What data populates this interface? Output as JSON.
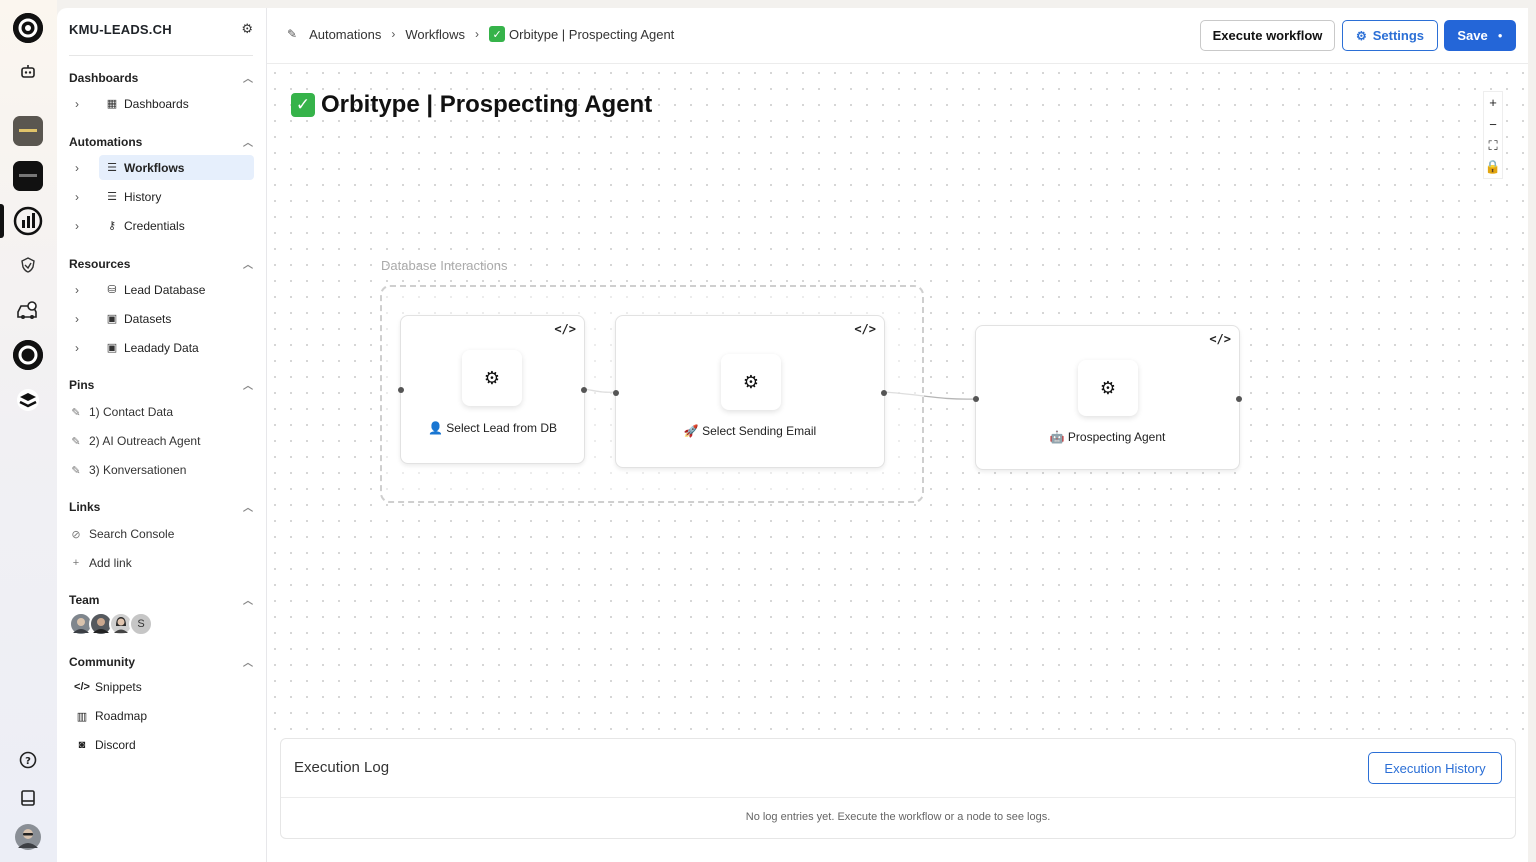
{
  "org": {
    "name": "KMU-LEADS.CH"
  },
  "sections": {
    "dashboards": "Dashboards",
    "automations": "Automations",
    "resources": "Resources",
    "pins": "Pins",
    "links": "Links",
    "team": "Team",
    "community": "Community"
  },
  "nav": {
    "dashboards": "Dashboards",
    "workflows": "Workflows",
    "history": "History",
    "credentials": "Credentials",
    "lead_database": "Lead Database",
    "datasets": "Datasets",
    "leadady_data": "Leadady Data"
  },
  "pins": [
    "1) Contact Data",
    "2) AI Outreach Agent",
    "3) Konversationen"
  ],
  "links": {
    "search_console": "Search Console",
    "add_link": "Add link"
  },
  "team": {
    "overflow_initial": "S"
  },
  "community": {
    "snippets": "Snippets",
    "roadmap": "Roadmap",
    "discord": "Discord"
  },
  "breadcrumb": {
    "automations": "Automations",
    "workflows": "Workflows",
    "current": "Orbitype | Prospecting Agent"
  },
  "toolbar": {
    "execute": "Execute workflow",
    "settings": "Settings",
    "save": "Save"
  },
  "workflow": {
    "title": "Orbitype | Prospecting Agent"
  },
  "group": {
    "label": "Database Interactions"
  },
  "nodes": [
    {
      "label": "👤 Select Lead from DB"
    },
    {
      "label": "🚀 Select Sending Email"
    },
    {
      "label": "🤖 Prospecting Agent"
    }
  ],
  "log": {
    "title": "Execution Log",
    "history_button": "Execution History",
    "empty": "No log entries yet. Execute the workflow or a node to see logs."
  },
  "colors": {
    "primary": "#2466d8",
    "active_nav": "#e6effc",
    "success": "#36b34a"
  }
}
